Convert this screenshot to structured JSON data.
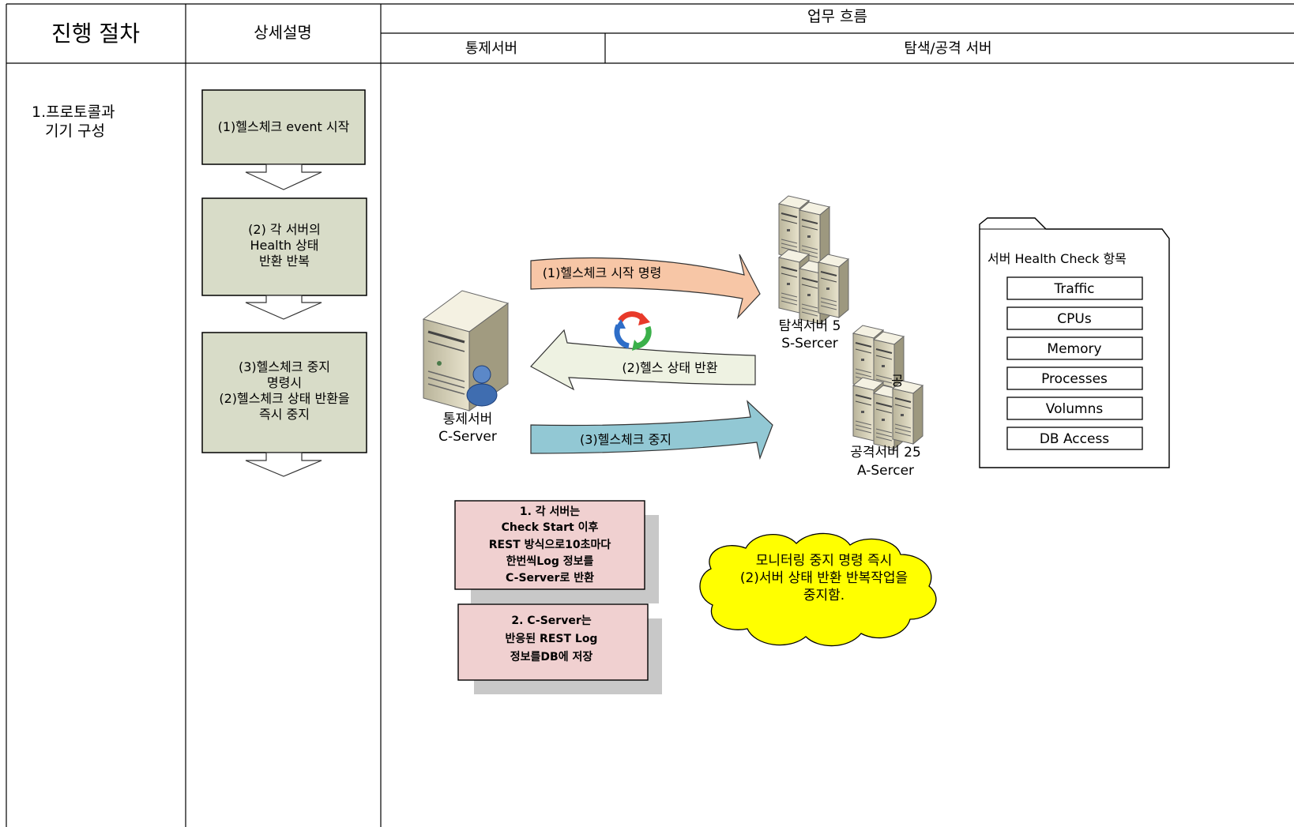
{
  "header": {
    "col_process": "진행 절차",
    "col_detail": "상세설명",
    "col_flow": "업무 흐름",
    "sub_control": "통제서버",
    "sub_search_attack": "탐색/공격 서버"
  },
  "process": {
    "step1_line1": "1.프로토콜과",
    "step1_line2": "기기 구성"
  },
  "steps": [
    {
      "lines": [
        "(1)헬스체크 event 시작"
      ]
    },
    {
      "lines": [
        "(2) 각 서버의",
        "Health 상태",
        "반환 반복"
      ]
    },
    {
      "lines": [
        "(3)헬스체크 중지",
        "명령시",
        "(2)헬스체크 상태 반환을",
        "즉시 중지"
      ]
    }
  ],
  "arrows": {
    "start_cmd": "(1)헬스체크 시작 명령",
    "health_return": "(2)헬스 상태 반환",
    "stop_cmd": "(3)헬스체크 중지"
  },
  "servers": {
    "control_name": "통제서버",
    "control_id": "C-Server",
    "search_name": "탐색서버 5",
    "search_id": "S-Sercer",
    "attack_name": "공격서버 25",
    "attack_id": "A-Sercer",
    "attack_overlap": "공"
  },
  "health_panel": {
    "title": "서버 Health Check 항목",
    "items": [
      "Traffic",
      "CPUs",
      "Memory",
      "Processes",
      "Volumns",
      "DB Access"
    ]
  },
  "notes": [
    {
      "lines": [
        "1. 각 서버는",
        "Check Start 이후",
        "REST 방식으로10초마다",
        "한번씩Log 정보를",
        "C-Server로 반환"
      ]
    },
    {
      "lines": [
        "2. C-Server는",
        "반응된 REST Log",
        "정보를DB에 저장"
      ]
    }
  ],
  "cloud": {
    "lines": [
      "모니터링 중지 명령 즉시",
      "(2)서버 상태 반환 반복작업을",
      "중지함."
    ]
  },
  "colors": {
    "step_box": "#d8dcc8",
    "arrow_orange": "#f7c6a6",
    "arrow_green": "#eef2e2",
    "arrow_blue": "#92c8d4",
    "note_box": "#f0d0d0",
    "cloud": "#ffff00"
  }
}
